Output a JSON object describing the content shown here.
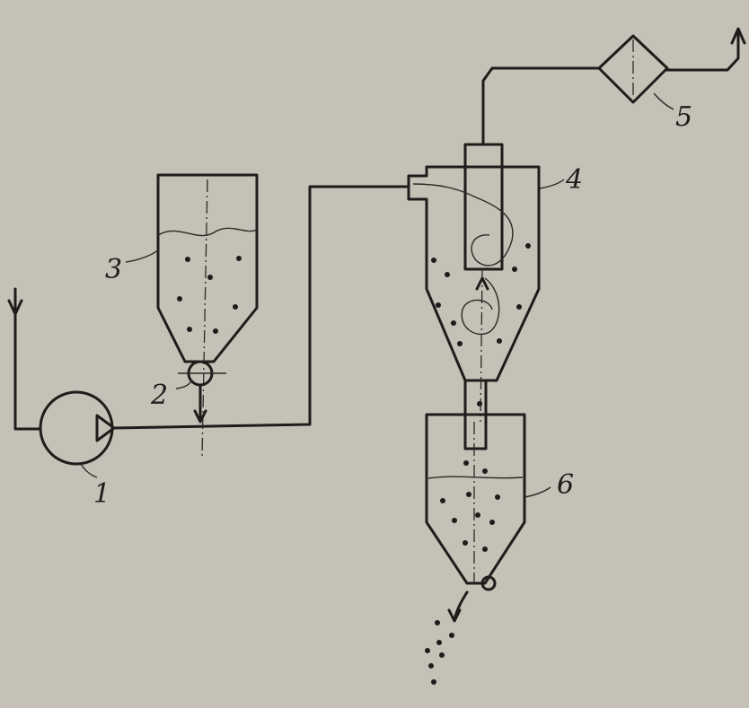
{
  "labels": {
    "pump": "1",
    "feeder": "2",
    "hopper": "3",
    "cyclone": "4",
    "filter": "5",
    "collector": "6"
  },
  "colors": {
    "paper": "#c6c1b6",
    "ink": "#1f1d1c"
  }
}
